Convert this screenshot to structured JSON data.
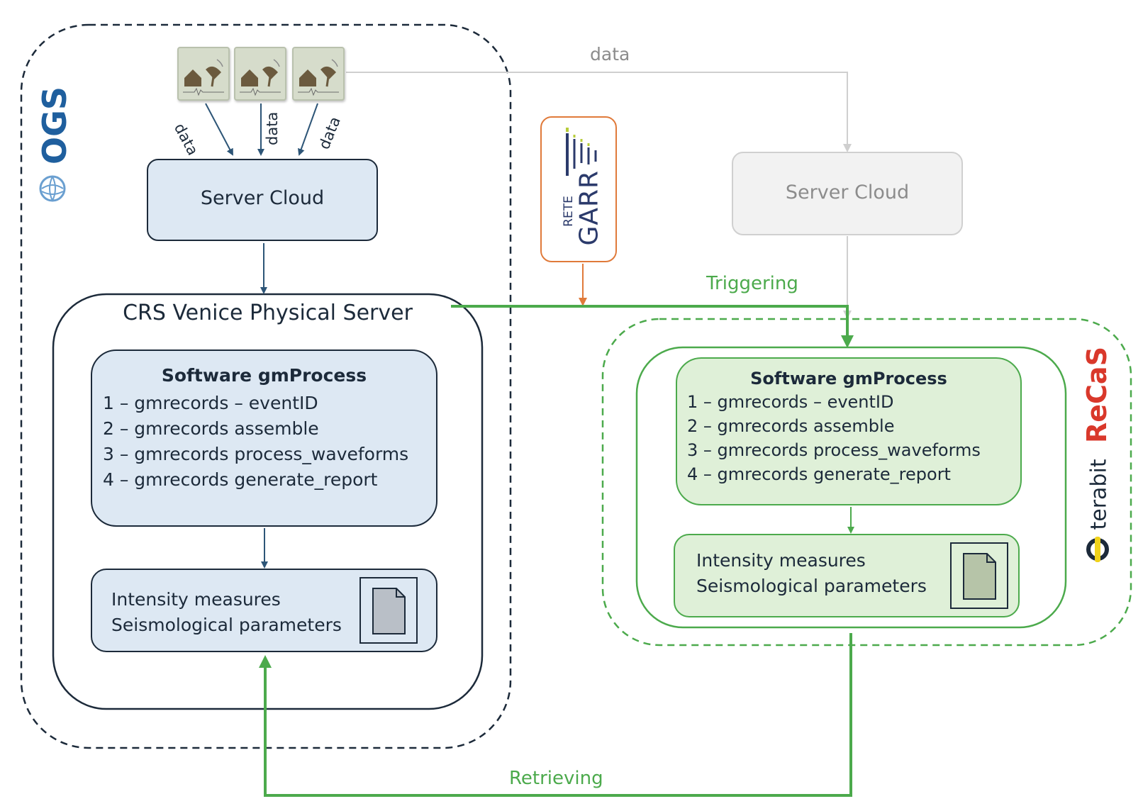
{
  "ogs": {
    "logo_text": "OGS",
    "server_cloud_label": "Server Cloud",
    "crs_title": "CRS Venice Physical Server",
    "software": {
      "title": "Software gmProcess",
      "steps": [
        "1 – gmrecords – eventID",
        "2 – gmrecords assemble",
        "3 – gmrecords process_waveforms",
        "4 – gmrecords generate_report"
      ]
    },
    "output": {
      "line1": "Intensity measures",
      "line2": "Seismological parameters"
    }
  },
  "stations": {
    "count": 3,
    "arrow_labels": [
      "data",
      "data",
      "data"
    ],
    "top_data_label": "data"
  },
  "garr": {
    "rete_text": "RETE",
    "garr_text": "GARR",
    "border_color": "#e07a3a"
  },
  "recas": {
    "server_cloud_label": "Server Cloud",
    "software": {
      "title": "Software gmProcess",
      "steps": [
        "1 – gmrecords – eventID",
        "2 – gmrecords assemble",
        "3 – gmrecords process_waveforms",
        "4 – gmrecords generate_report"
      ]
    },
    "output": {
      "line1": "Intensity measures",
      "line2": "Seismological parameters"
    },
    "logo_recas": "ReCaS",
    "logo_terabit": "terabit"
  },
  "flows": {
    "triggering_label": "Triggering",
    "retrieving_label": "Retrieving"
  },
  "colors": {
    "ogs_blue": "#1f5f9e",
    "dark_outline": "#1c2a3a",
    "ogs_box_fill": "#dde8f3",
    "green": "#4caa4c",
    "green_fill": "#dff0d8",
    "grey": "#bfbfbf",
    "recas_red": "#d9382b"
  }
}
